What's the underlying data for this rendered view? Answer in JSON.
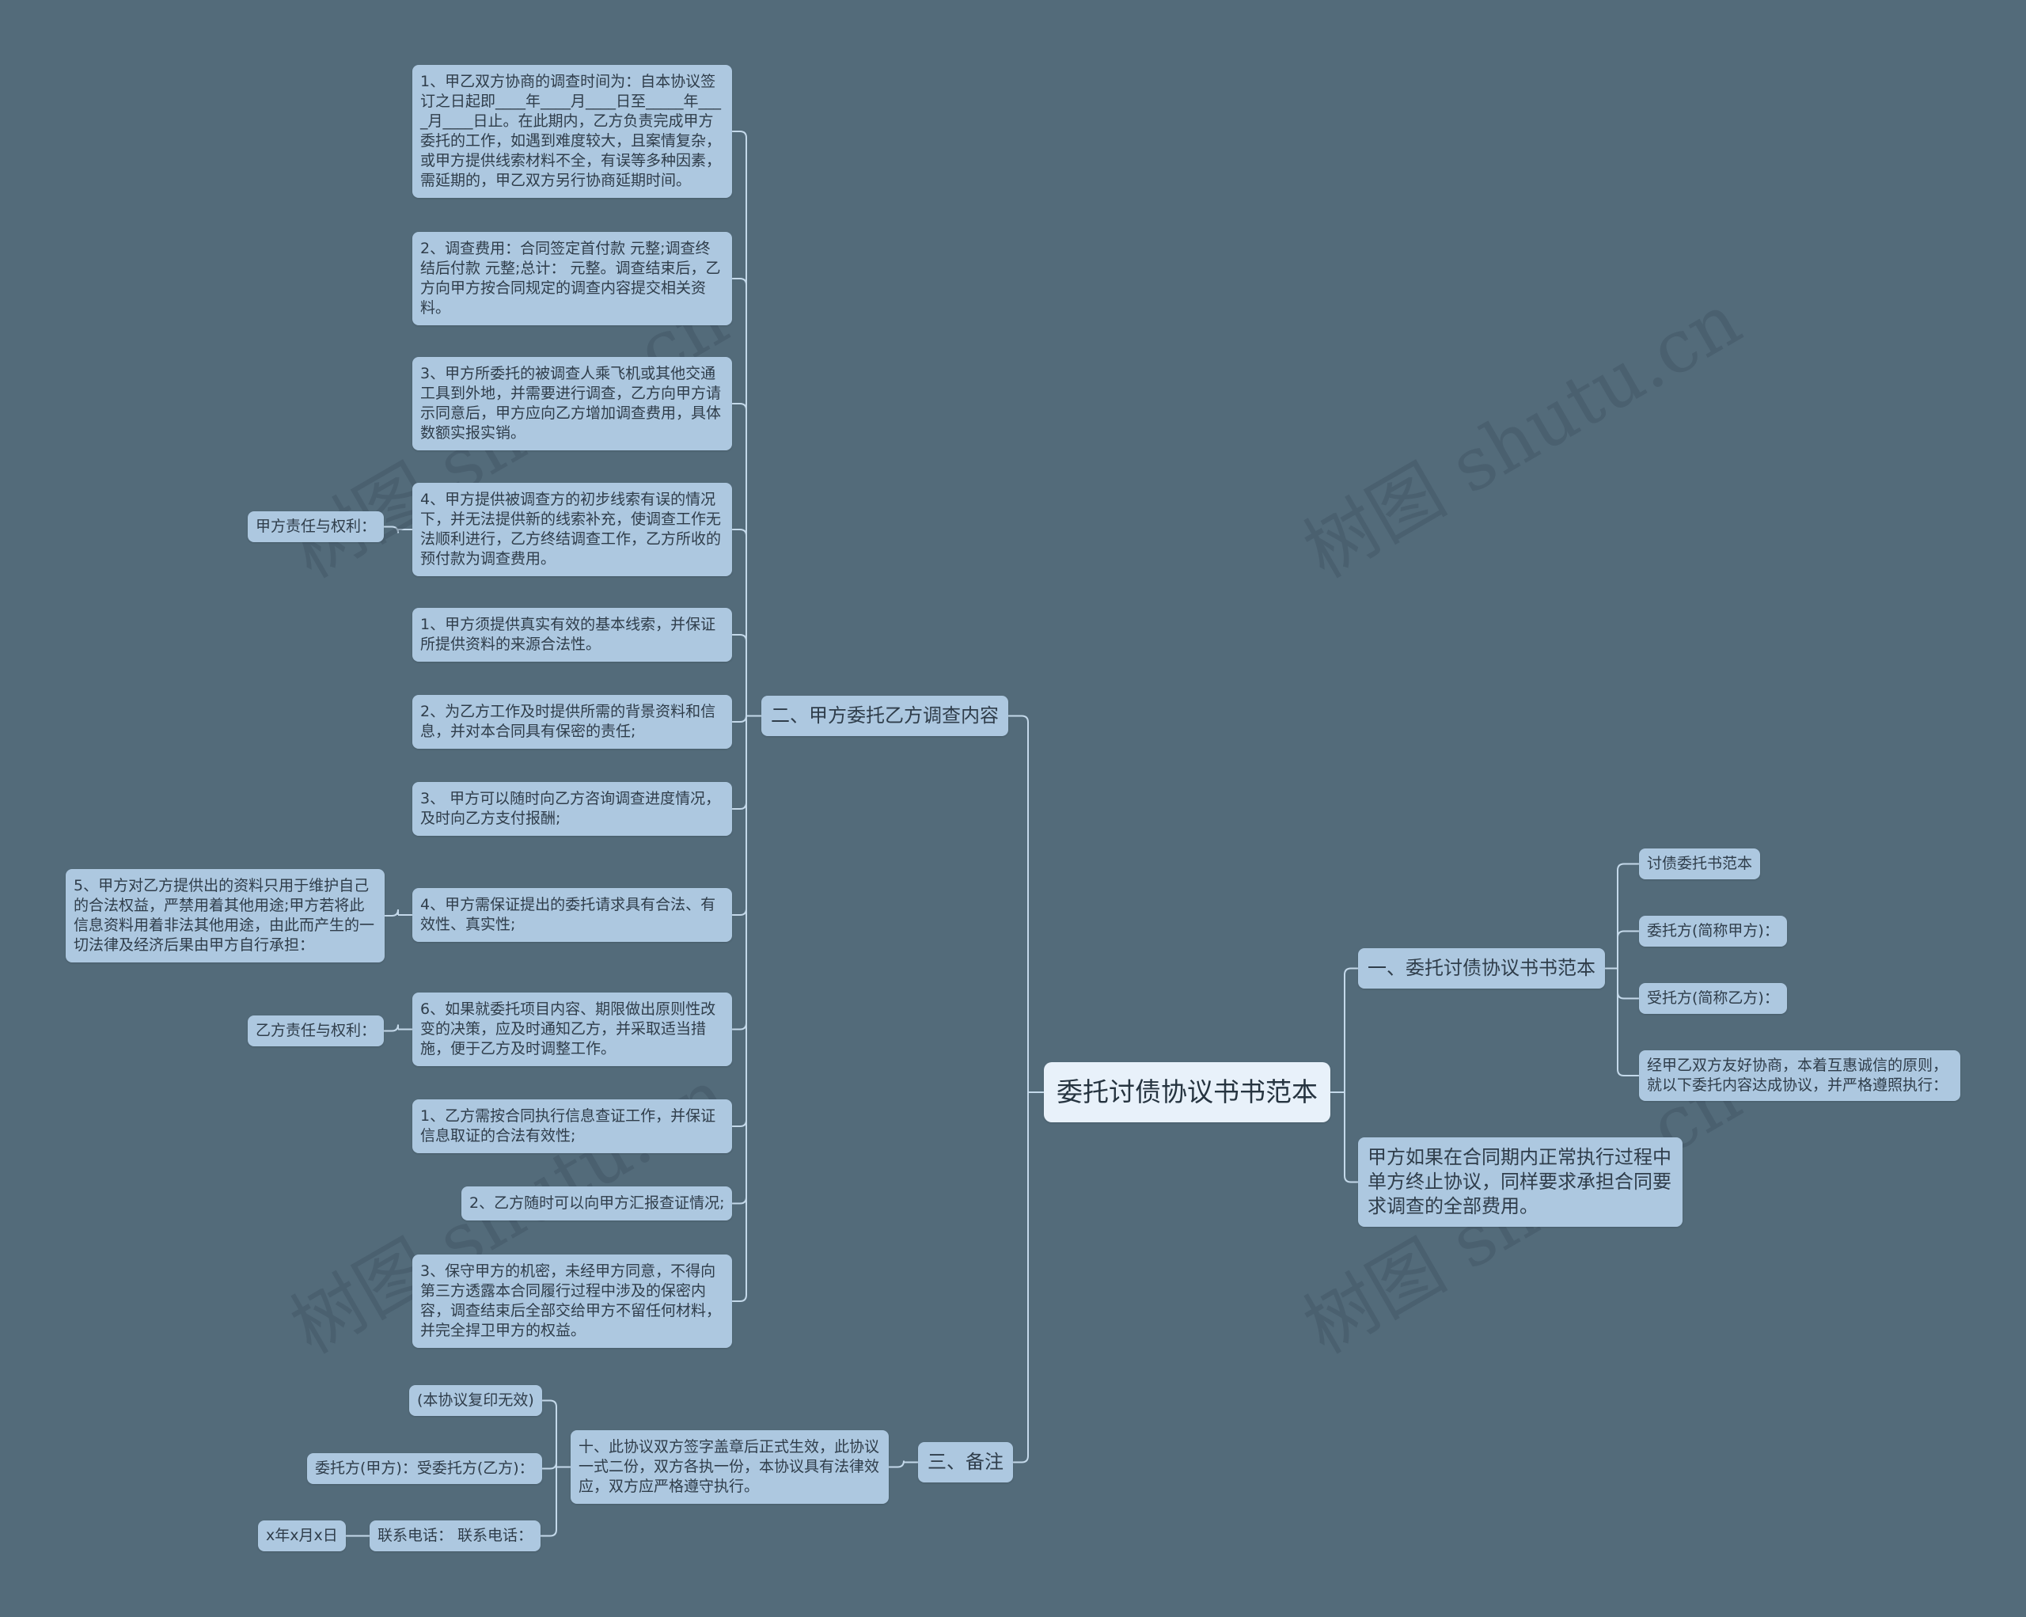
{
  "root": {
    "label": "委托讨债协议书书范本"
  },
  "watermark": "树图 shutu.cn",
  "colors": {
    "background": "#536b7a",
    "node": "#adc8e0",
    "root_node": "#e8f1fa",
    "line": "#c4d9ea"
  },
  "branch_one": {
    "label": "一、委托讨债协议书书范本",
    "children": [
      "讨债委托书范本",
      "委托方(简称甲方)：",
      "受托方(简称乙方)：",
      "经甲乙双方友好协商，本着互惠诚信的原则，就以下委托内容达成协议，并严格遵照执行："
    ]
  },
  "branch_note": {
    "label": "甲方如果在合同期内正常执行过程中单方终止协议，同样要求承担合同要求调查的全部费用。"
  },
  "branch_two": {
    "label": "二、甲方委托乙方调查内容",
    "items": [
      "1、甲乙双方协商的调查时间为：自本协议签订之日起即____年____月____日至_____年____月____日止。在此期内，乙方负责完成甲方委托的工作，如遇到难度较大，且案情复杂，或甲方提供线索材料不全，有误等多种因素，需延期的，甲乙双方另行协商延期时间。",
      "2、调查费用：合同签定首付款  元整;调查终结后付款  元整;总计：  元整。调查结束后，乙方向甲方按合同规定的调查内容提交相关资料。",
      "3、甲方所委托的被调查人乘飞机或其他交通工具到外地，并需要进行调查，乙方向甲方请示同意后，甲方应向乙方增加调查费用，具体数额实报实销。",
      "4、甲方提供被调查方的初步线索有误的情况下，并无法提供新的线索补充，使调查工作无法顺利进行，乙方终结调查工作，乙方所收的预付款为调查费用。",
      "1、甲方须提供真实有效的基本线索，并保证所提供资料的来源合法性。",
      "2、为乙方工作及时提供所需的背景资料和信息，并对本合同具有保密的责任;",
      "3、 甲方可以随时向乙方咨询调查进度情况，及时向乙方支付报酬;",
      "4、甲方需保证提出的委托请求具有合法、有效性、真实性;",
      "6、如果就委托项目内容、期限做出原则性改变的决策，应及时通知乙方，并采取适当措施，便于乙方及时调整工作。",
      "1、乙方需按合同执行信息查证工作，并保证信息取证的合法有效性;",
      "2、乙方随时可以向甲方汇报查证情况;",
      "3、保守甲方的机密，未经甲方同意，不得向第三方透露本合同履行过程中涉及的保密内容，调查结束后全部交给甲方不留任何材料，并完全捍卫甲方的权益。"
    ],
    "side_labels": {
      "jia_rights": "甲方责任与权利：",
      "jia_item5": "5、甲方对乙方提供出的资料只用于维护自己的合法权益，严禁用着其他用途;甲方若将此信息资料用着非法其他用途，由此而产生的一切法律及经济后果由甲方自行承担：",
      "yi_rights": "乙方责任与权利："
    }
  },
  "branch_three": {
    "label": "三、备注",
    "main": "十、此协议双方签字盖章后正式生效，此协议一式二份，双方各执一份，本协议具有法律效应，双方应严格遵守执行。",
    "children": [
      "(本协议复印无效)",
      "委托方(甲方)：受委托方(乙方)：",
      "联系电话：  联系电话："
    ],
    "date": "x年x月x日"
  }
}
